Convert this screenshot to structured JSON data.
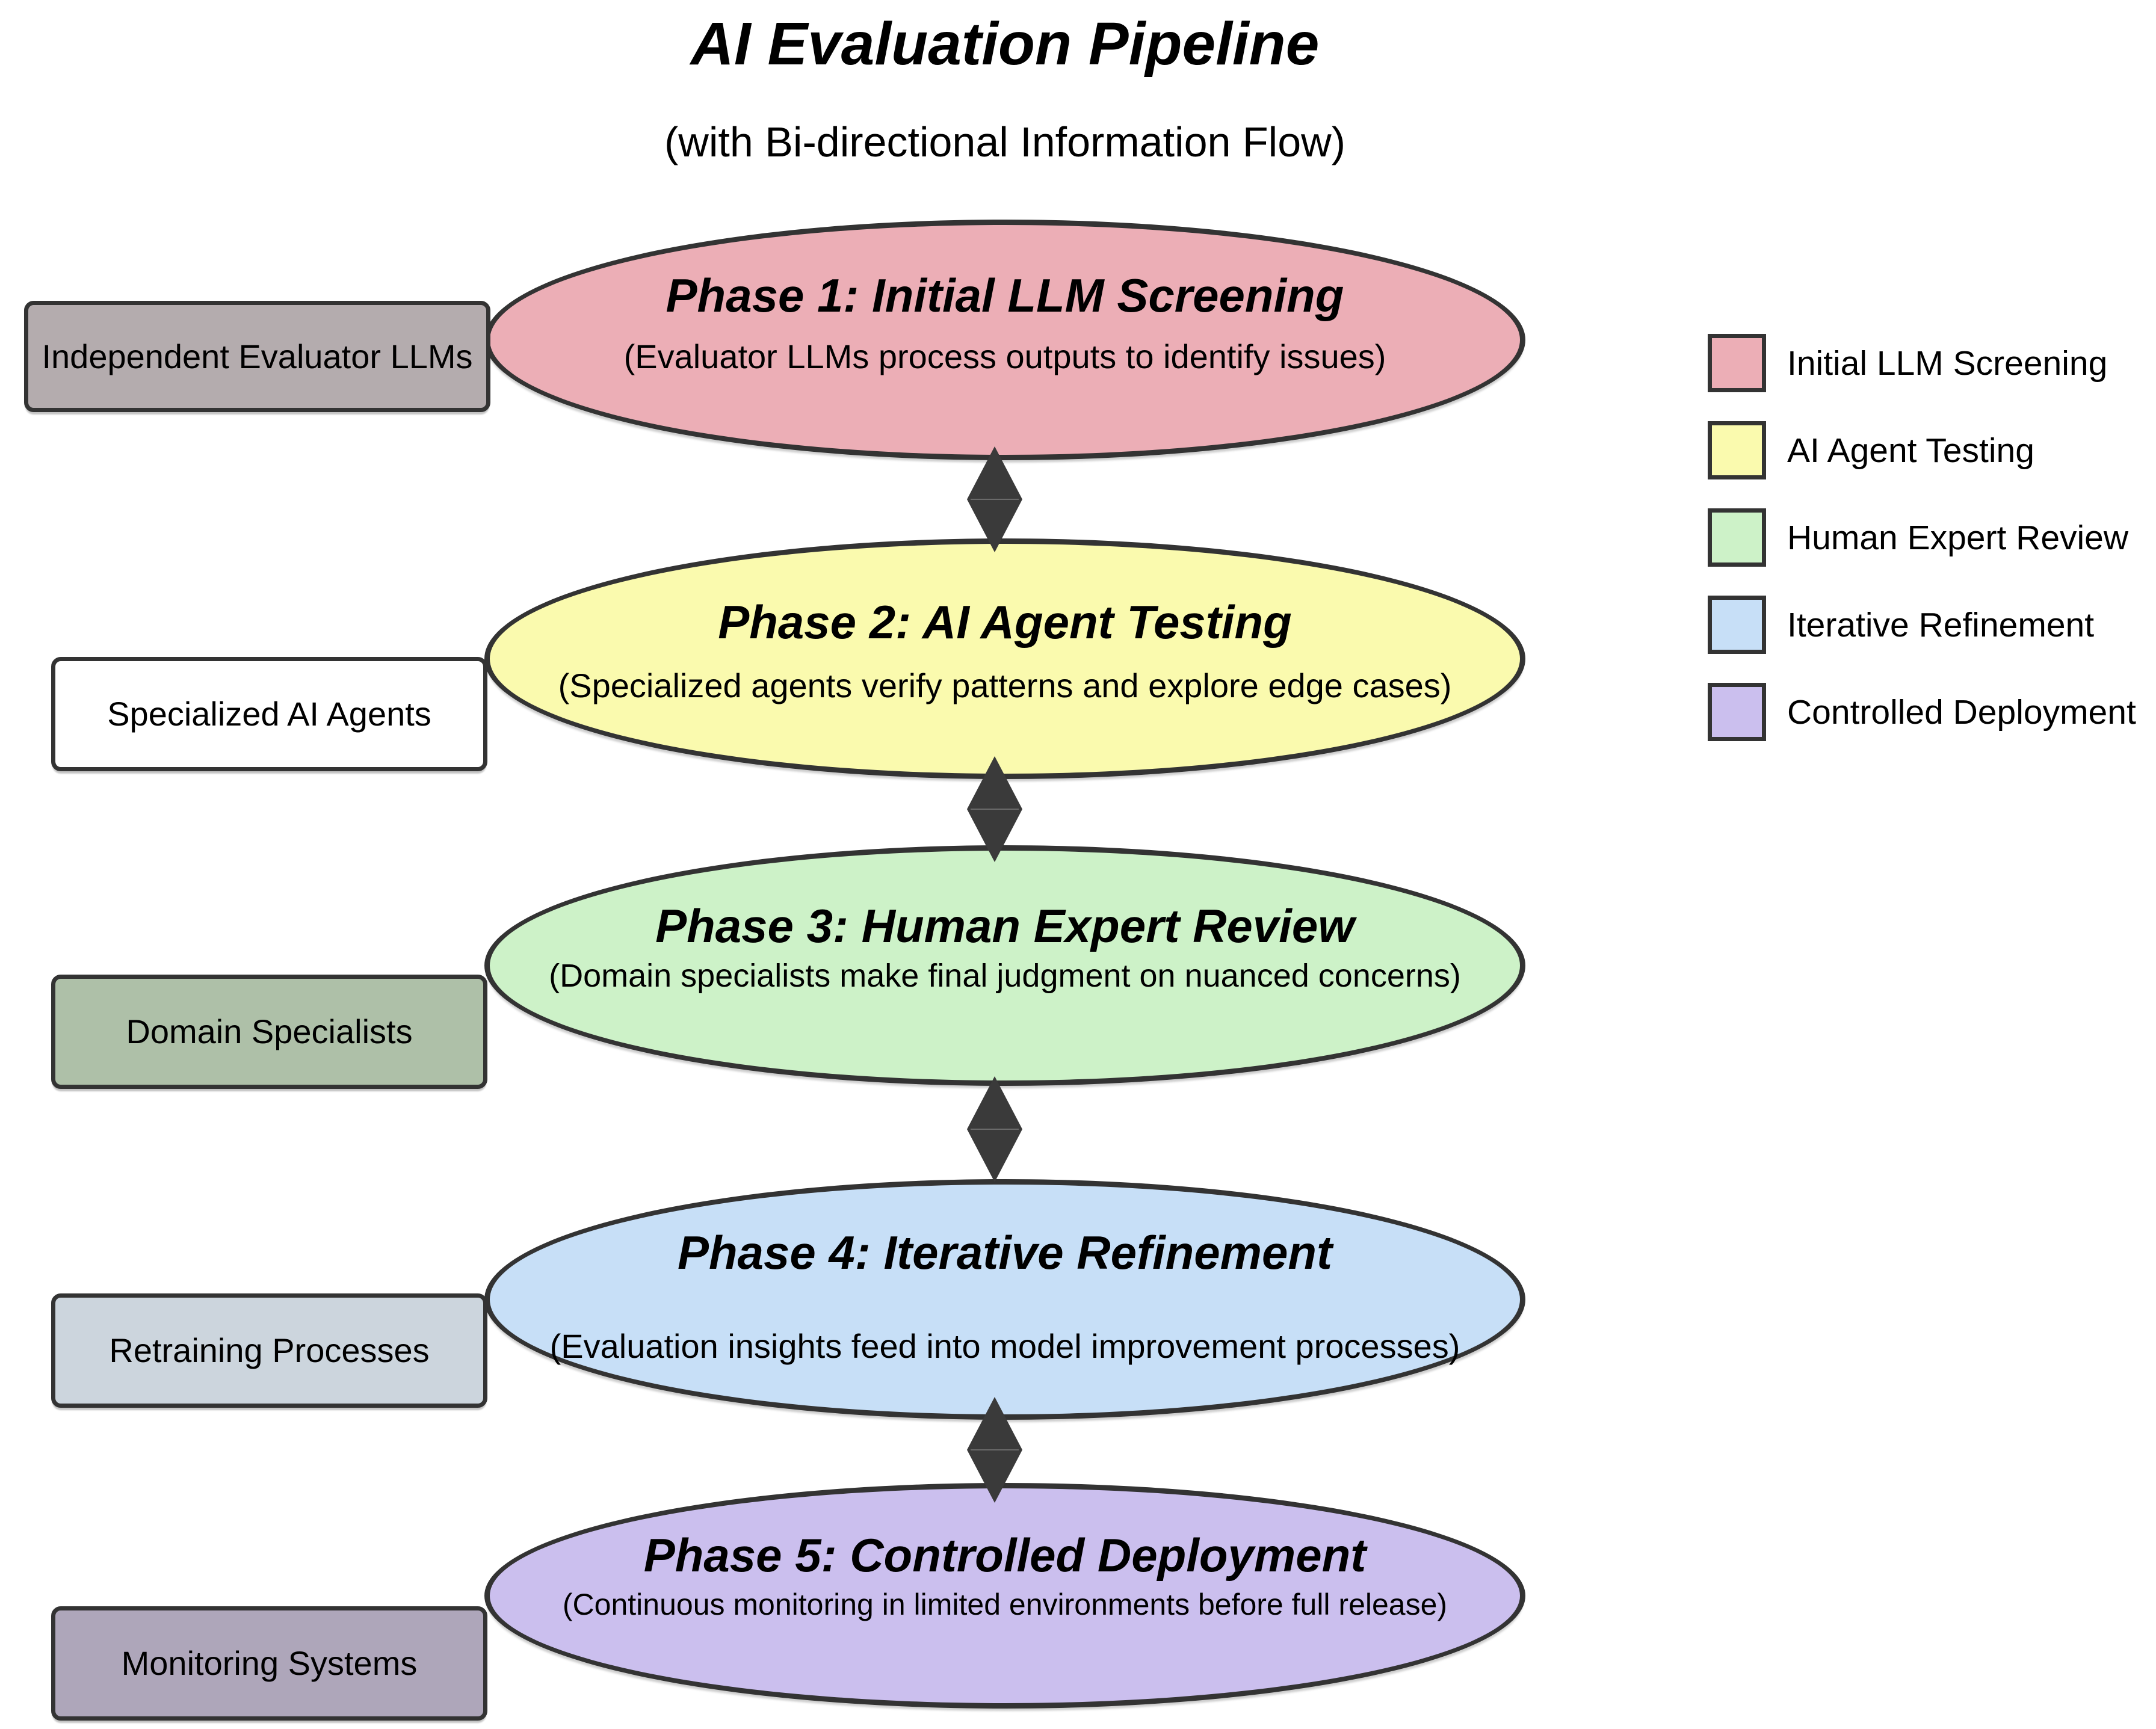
{
  "header": {
    "title": "AI Evaluation Pipeline",
    "subtitle": "(with Bi-directional Information Flow)"
  },
  "phases": [
    {
      "title": "Phase 1: Initial LLM Screening",
      "subtitle": "(Evaluator LLMs process outputs to identify issues)",
      "fill": "#ecaeb6"
    },
    {
      "title": "Phase 2: AI Agent Testing",
      "subtitle": "(Specialized agents verify patterns and explore edge cases)",
      "fill": "#fafaae"
    },
    {
      "title": "Phase 3: Human Expert Review",
      "subtitle": "(Domain specialists make final judgment on nuanced concerns)",
      "fill": "#cdf2c8"
    },
    {
      "title": "Phase 4: Iterative Refinement",
      "subtitle": "(Evaluation insights feed into model improvement processes)",
      "fill": "#c7dff7"
    },
    {
      "title": "Phase 5: Controlled Deployment",
      "subtitle": "(Continuous monitoring in limited environments before full release)",
      "fill": "#cbbfee"
    }
  ],
  "side_boxes": [
    {
      "label": "Independent Evaluator LLMs",
      "fill": "#b4acae"
    },
    {
      "label": "Specialized AI Agents",
      "fill": "#ffffff"
    },
    {
      "label": "Domain Specialists",
      "fill": "#aec0a8"
    },
    {
      "label": "Retraining Processes",
      "fill": "#ccd5dd"
    },
    {
      "label": "Monitoring Systems",
      "fill": "#aea6ba"
    }
  ],
  "legend": [
    {
      "label": "Initial LLM Screening",
      "color": "#ecaeb6"
    },
    {
      "label": "AI Agent Testing",
      "color": "#fafaae"
    },
    {
      "label": "Human Expert Review",
      "color": "#cdf2c8"
    },
    {
      "label": "Iterative Refinement",
      "color": "#c7dff7"
    },
    {
      "label": "Controlled Deployment",
      "color": "#cbbfee"
    }
  ],
  "colors": {
    "stroke": "#333333",
    "connector": "#3a3a3a",
    "background": "#ffffff"
  }
}
